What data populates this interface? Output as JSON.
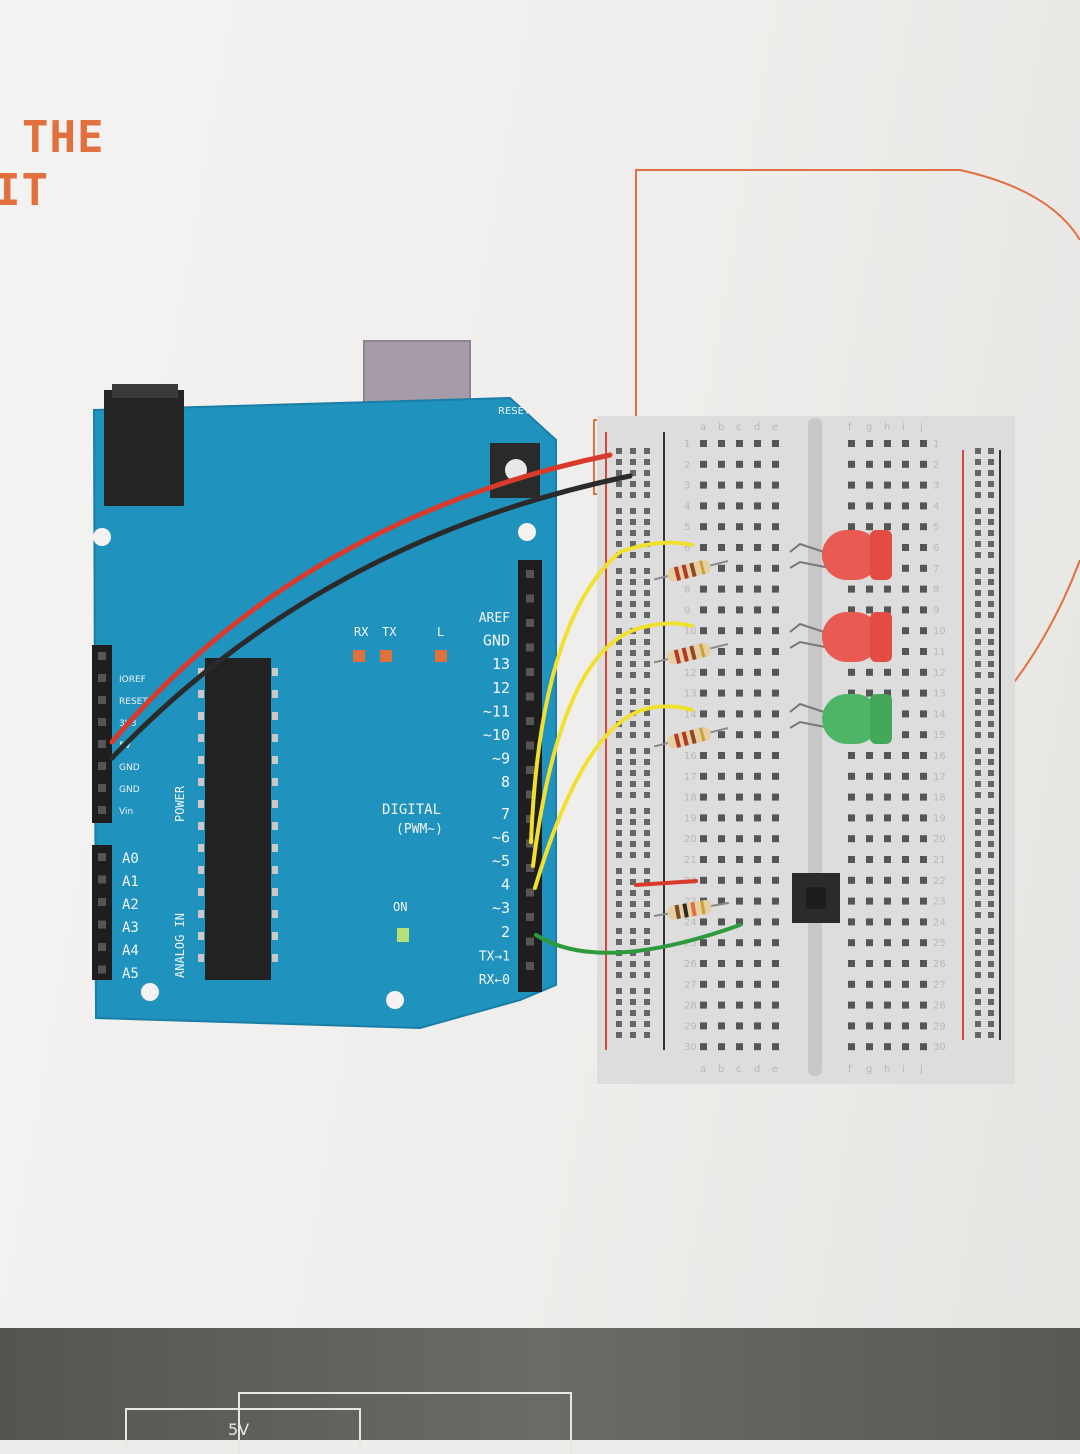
{
  "page": {
    "heading_line1": "THE",
    "heading_line2": "IT",
    "bottom_label": "5V"
  },
  "board": {
    "reset_label": "RESET",
    "rx_label": "RX",
    "tx_label": "TX",
    "l_label": "L",
    "on_label": "ON",
    "digital_label": "DIGITAL",
    "pwm_label": "(PWM~)",
    "power_label": "POWER",
    "analog_label": "ANALOG IN",
    "digital_pins": [
      "AREF",
      "GND",
      "13",
      "12",
      "~11",
      "~10",
      "~9",
      "8",
      "7",
      "~6",
      "~5",
      "4",
      "~3",
      "2",
      "TX→1",
      "RX←0"
    ],
    "power_pins": [
      "IOREF",
      "RESET",
      "3V3",
      "5V",
      "GND",
      "GND",
      "Vin"
    ],
    "analog_pins": [
      "A0",
      "A1",
      "A2",
      "A3",
      "A4",
      "A5"
    ]
  },
  "breadboard": {
    "column_letters_left": [
      "a",
      "b",
      "c",
      "d",
      "e"
    ],
    "column_letters_right": [
      "f",
      "g",
      "h",
      "i",
      "j"
    ],
    "row_count": 30
  },
  "colors": {
    "board": "#1f92be",
    "accent": "#e2703f",
    "wire_red": "#d93a2b",
    "wire_black": "#2a2a2a",
    "wire_yellow": "#f2e030",
    "wire_green": "#2f9a3c",
    "led_red": "#e85a52",
    "led_green": "#4fb566"
  }
}
